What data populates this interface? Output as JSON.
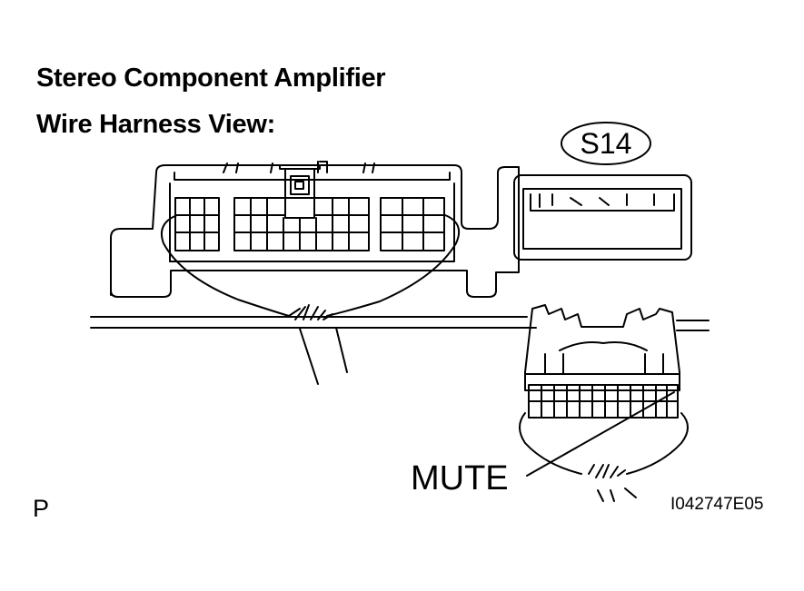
{
  "title_line1": "Stereo Component Amplifier",
  "title_line2": "Wire Harness View:",
  "connector_code": "S14",
  "terminal_label": "MUTE",
  "page_letter": "P",
  "figure_id": "I042747E05"
}
